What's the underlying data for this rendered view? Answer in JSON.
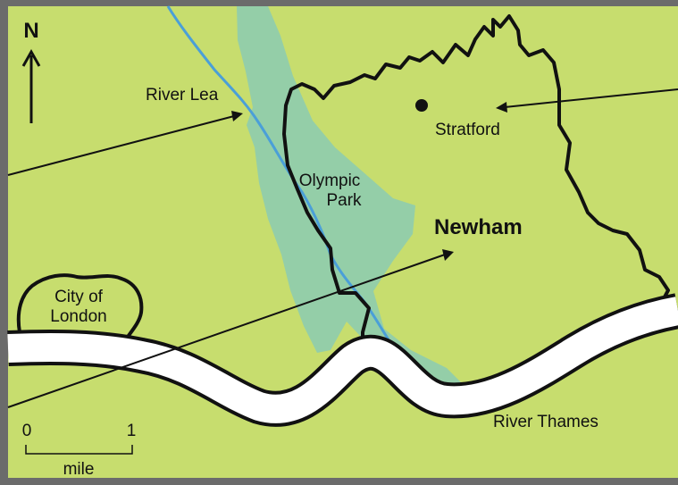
{
  "map": {
    "north_label": "N",
    "labels": {
      "river_lea": "River Lea",
      "stratford": "Stratford",
      "olympic_park_line1": "Olympic",
      "olympic_park_line2": "Park",
      "newham": "Newham",
      "city_line1": "City of",
      "city_line2": "London",
      "thames": "River Thames"
    },
    "scale": {
      "min_label": "0",
      "max_label": "1",
      "unit": "mile"
    },
    "colors": {
      "land": "#c7dd6e",
      "olympic_park": "#94cea8",
      "river_lea": "#4a9fd8",
      "thames_fill": "#ffffff",
      "border": "#111111",
      "frame": "#6b6b6b"
    }
  }
}
